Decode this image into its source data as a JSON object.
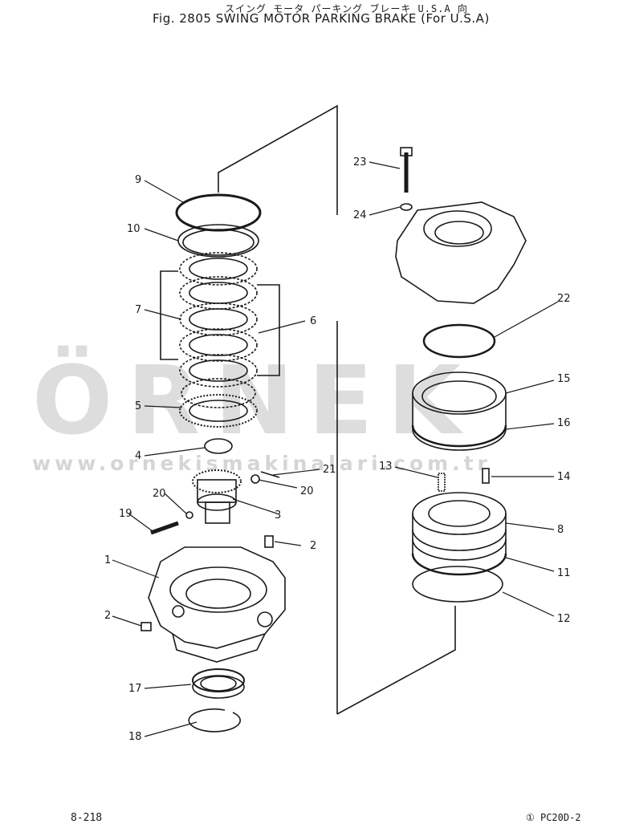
{
  "header": {
    "title_jp": "スイング モータ パーキング ブレーキ  U.S.A 向",
    "title_en": "Fig. 2805  SWING MOTOR PARKING BRAKE (For U.S.A)"
  },
  "footer": {
    "page_number": "8-218",
    "model_code": "① PC20D-2"
  },
  "watermark": {
    "brand": "ÖRNEK",
    "url": "www.ornekismakinalari.com.tr",
    "color": "#b0b0b0"
  },
  "callouts": {
    "c1": "1",
    "c2a": "2",
    "c2b": "2",
    "c3": "3",
    "c4": "4",
    "c5": "5",
    "c6": "6",
    "c7": "7",
    "c8": "8",
    "c9": "9",
    "c10": "10",
    "c11": "11",
    "c12": "12",
    "c13": "13",
    "c14": "14",
    "c15": "15",
    "c16": "16",
    "c17": "17",
    "c18": "18",
    "c19": "19",
    "c20a": "20",
    "c20b": "20",
    "c21": "21",
    "c22": "22",
    "c23": "23",
    "c24": "24"
  }
}
